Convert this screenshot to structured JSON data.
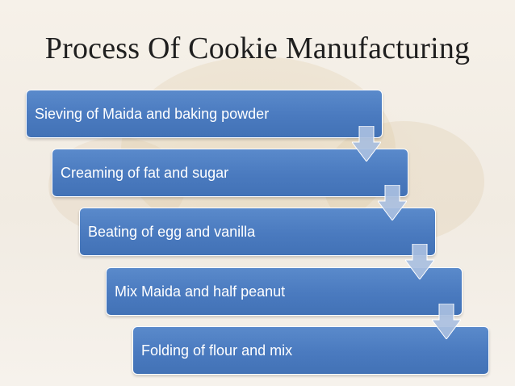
{
  "slide": {
    "title": "Process Of Cookie Manufacturing"
  },
  "process": {
    "steps": [
      {
        "label": "Sieving of Maida and baking powder"
      },
      {
        "label": "Creaming of fat and sugar"
      },
      {
        "label": "Beating of egg and vanilla"
      },
      {
        "label": "Mix Maida and half peanut"
      },
      {
        "label": "Folding of flour and mix"
      }
    ]
  },
  "colors": {
    "step_fill": "#4a7abf",
    "arrow_fill": "#a9bfe0",
    "title_text": "#1f1f1f"
  }
}
